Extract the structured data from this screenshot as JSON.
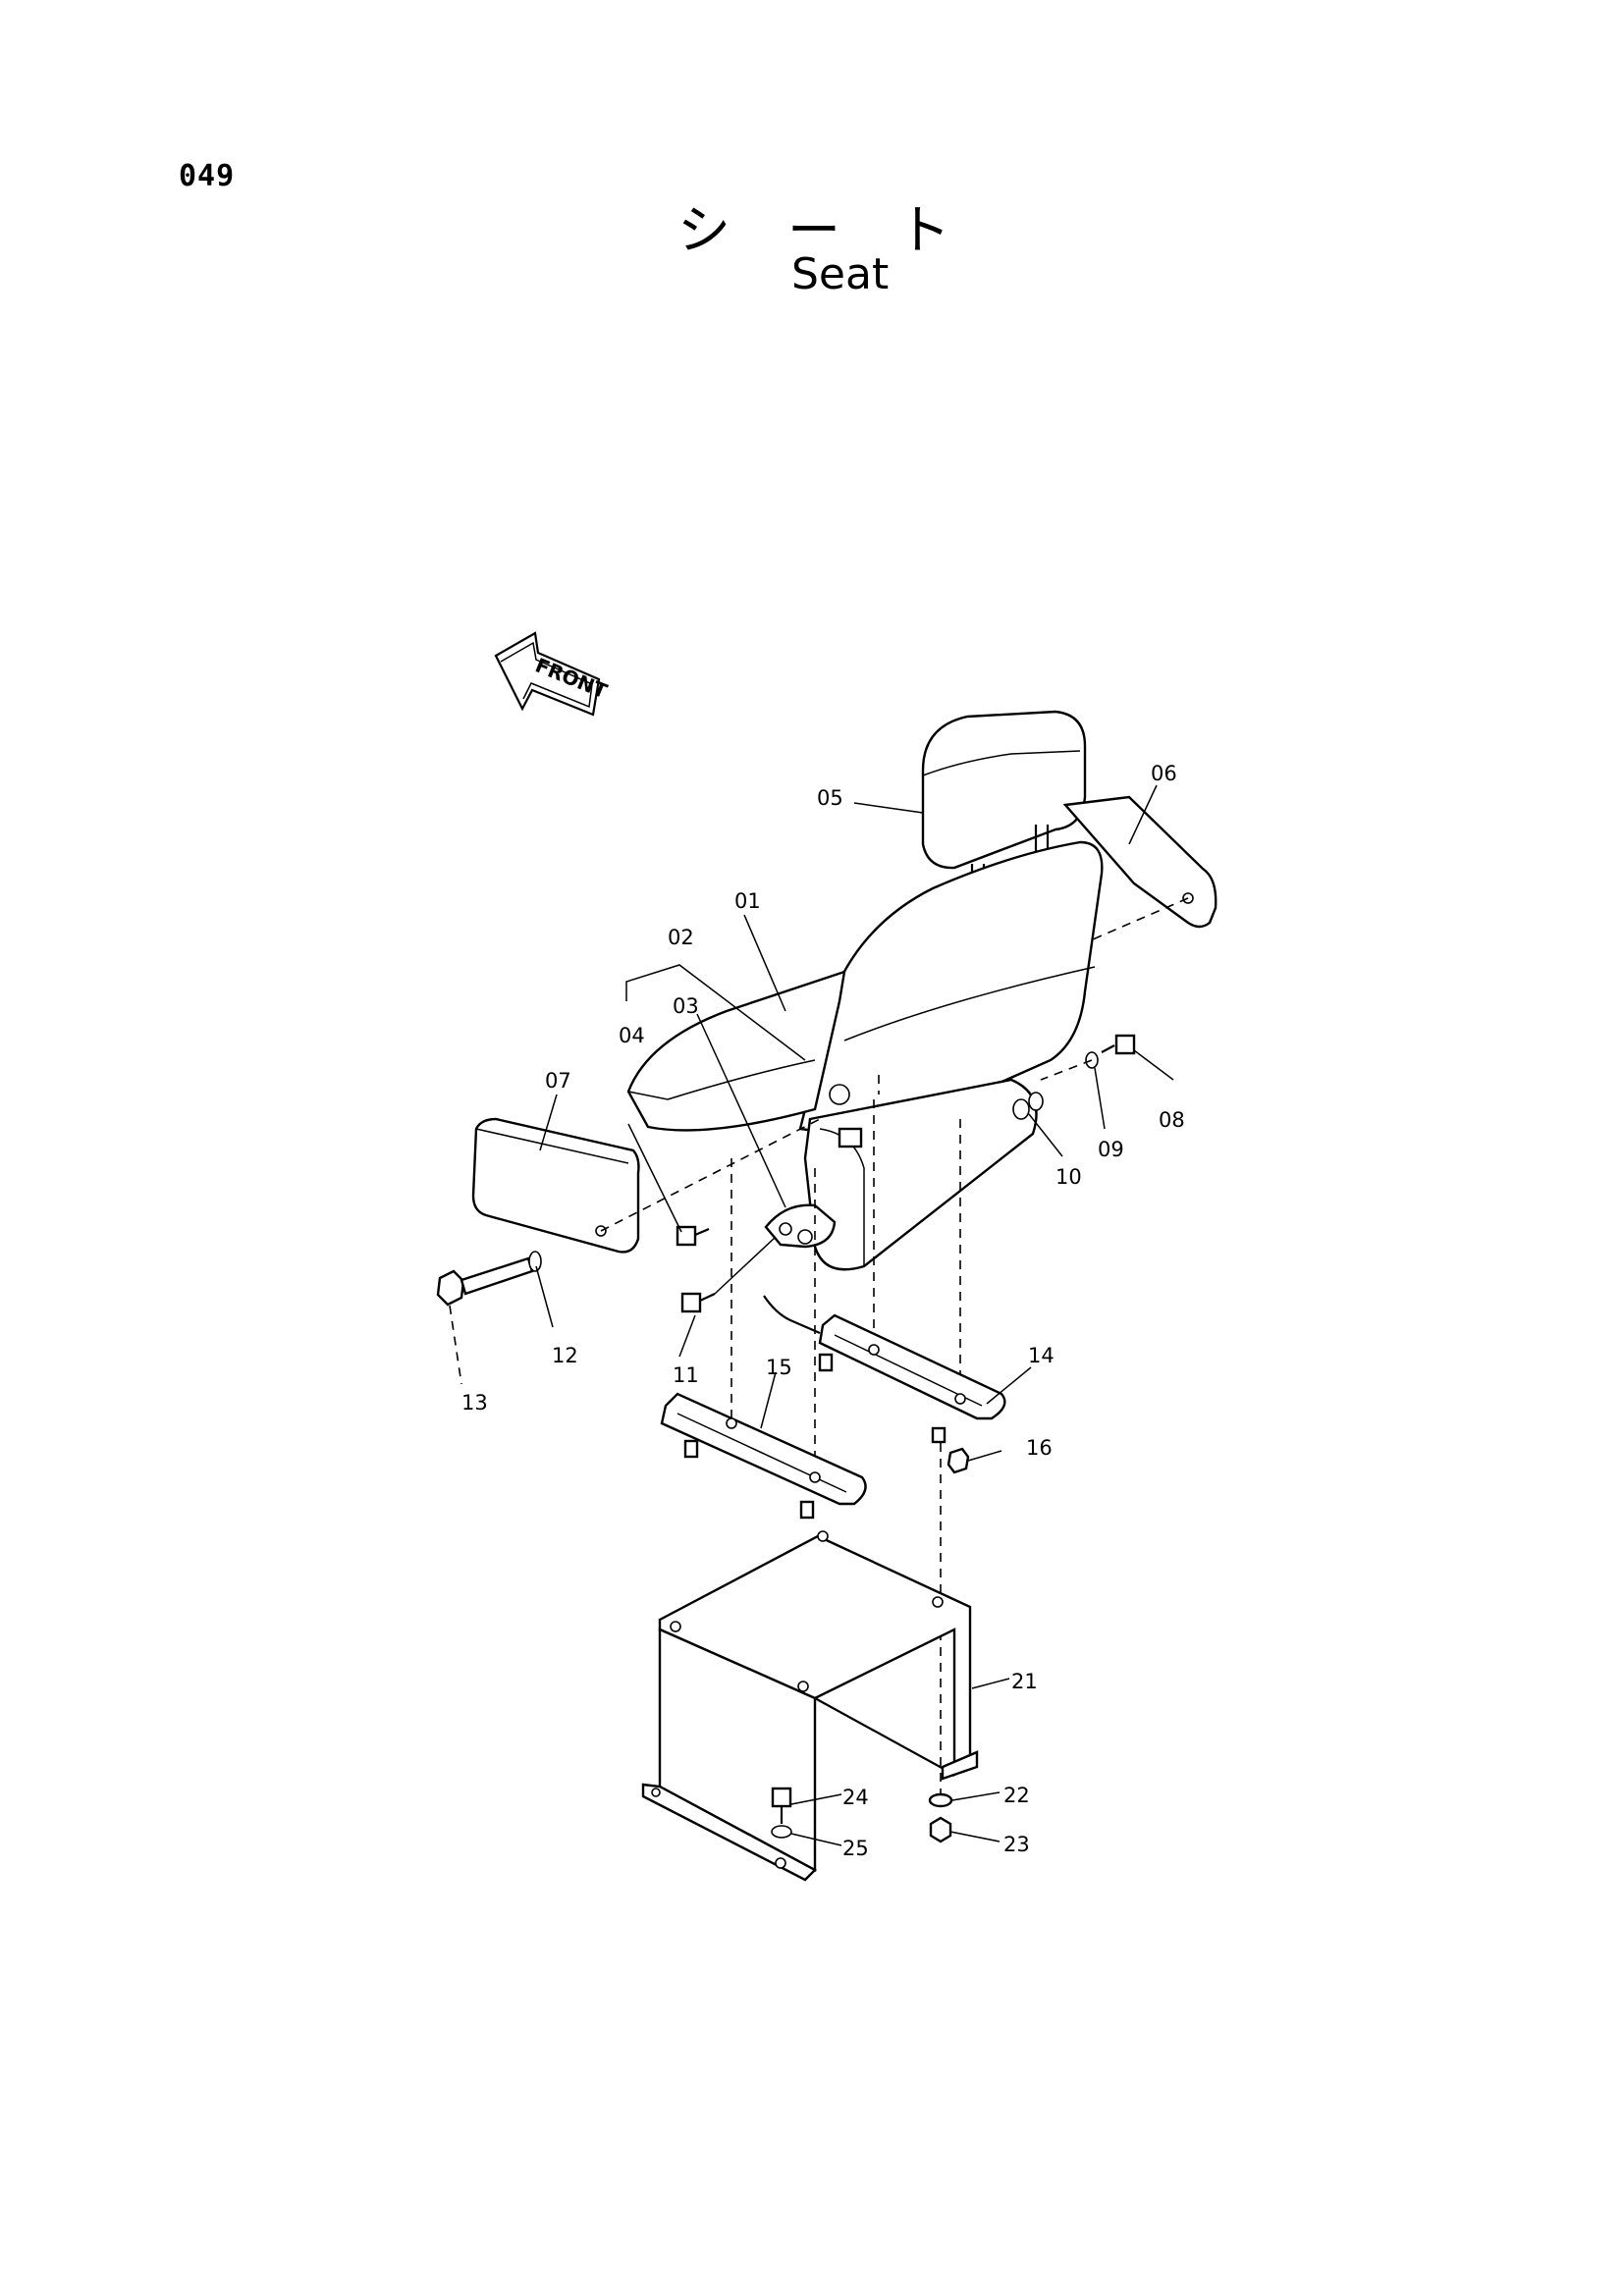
{
  "page_number": "049",
  "title_jp": "シート",
  "title_en": "Seat",
  "front_arrow_label": "FRONT",
  "part_labels": [
    "01",
    "02",
    "03",
    "04",
    "05",
    "06",
    "07",
    "08",
    "09",
    "10",
    "11",
    "12",
    "13",
    "14",
    "15",
    "16",
    "21",
    "22",
    "23",
    "24",
    "25"
  ]
}
